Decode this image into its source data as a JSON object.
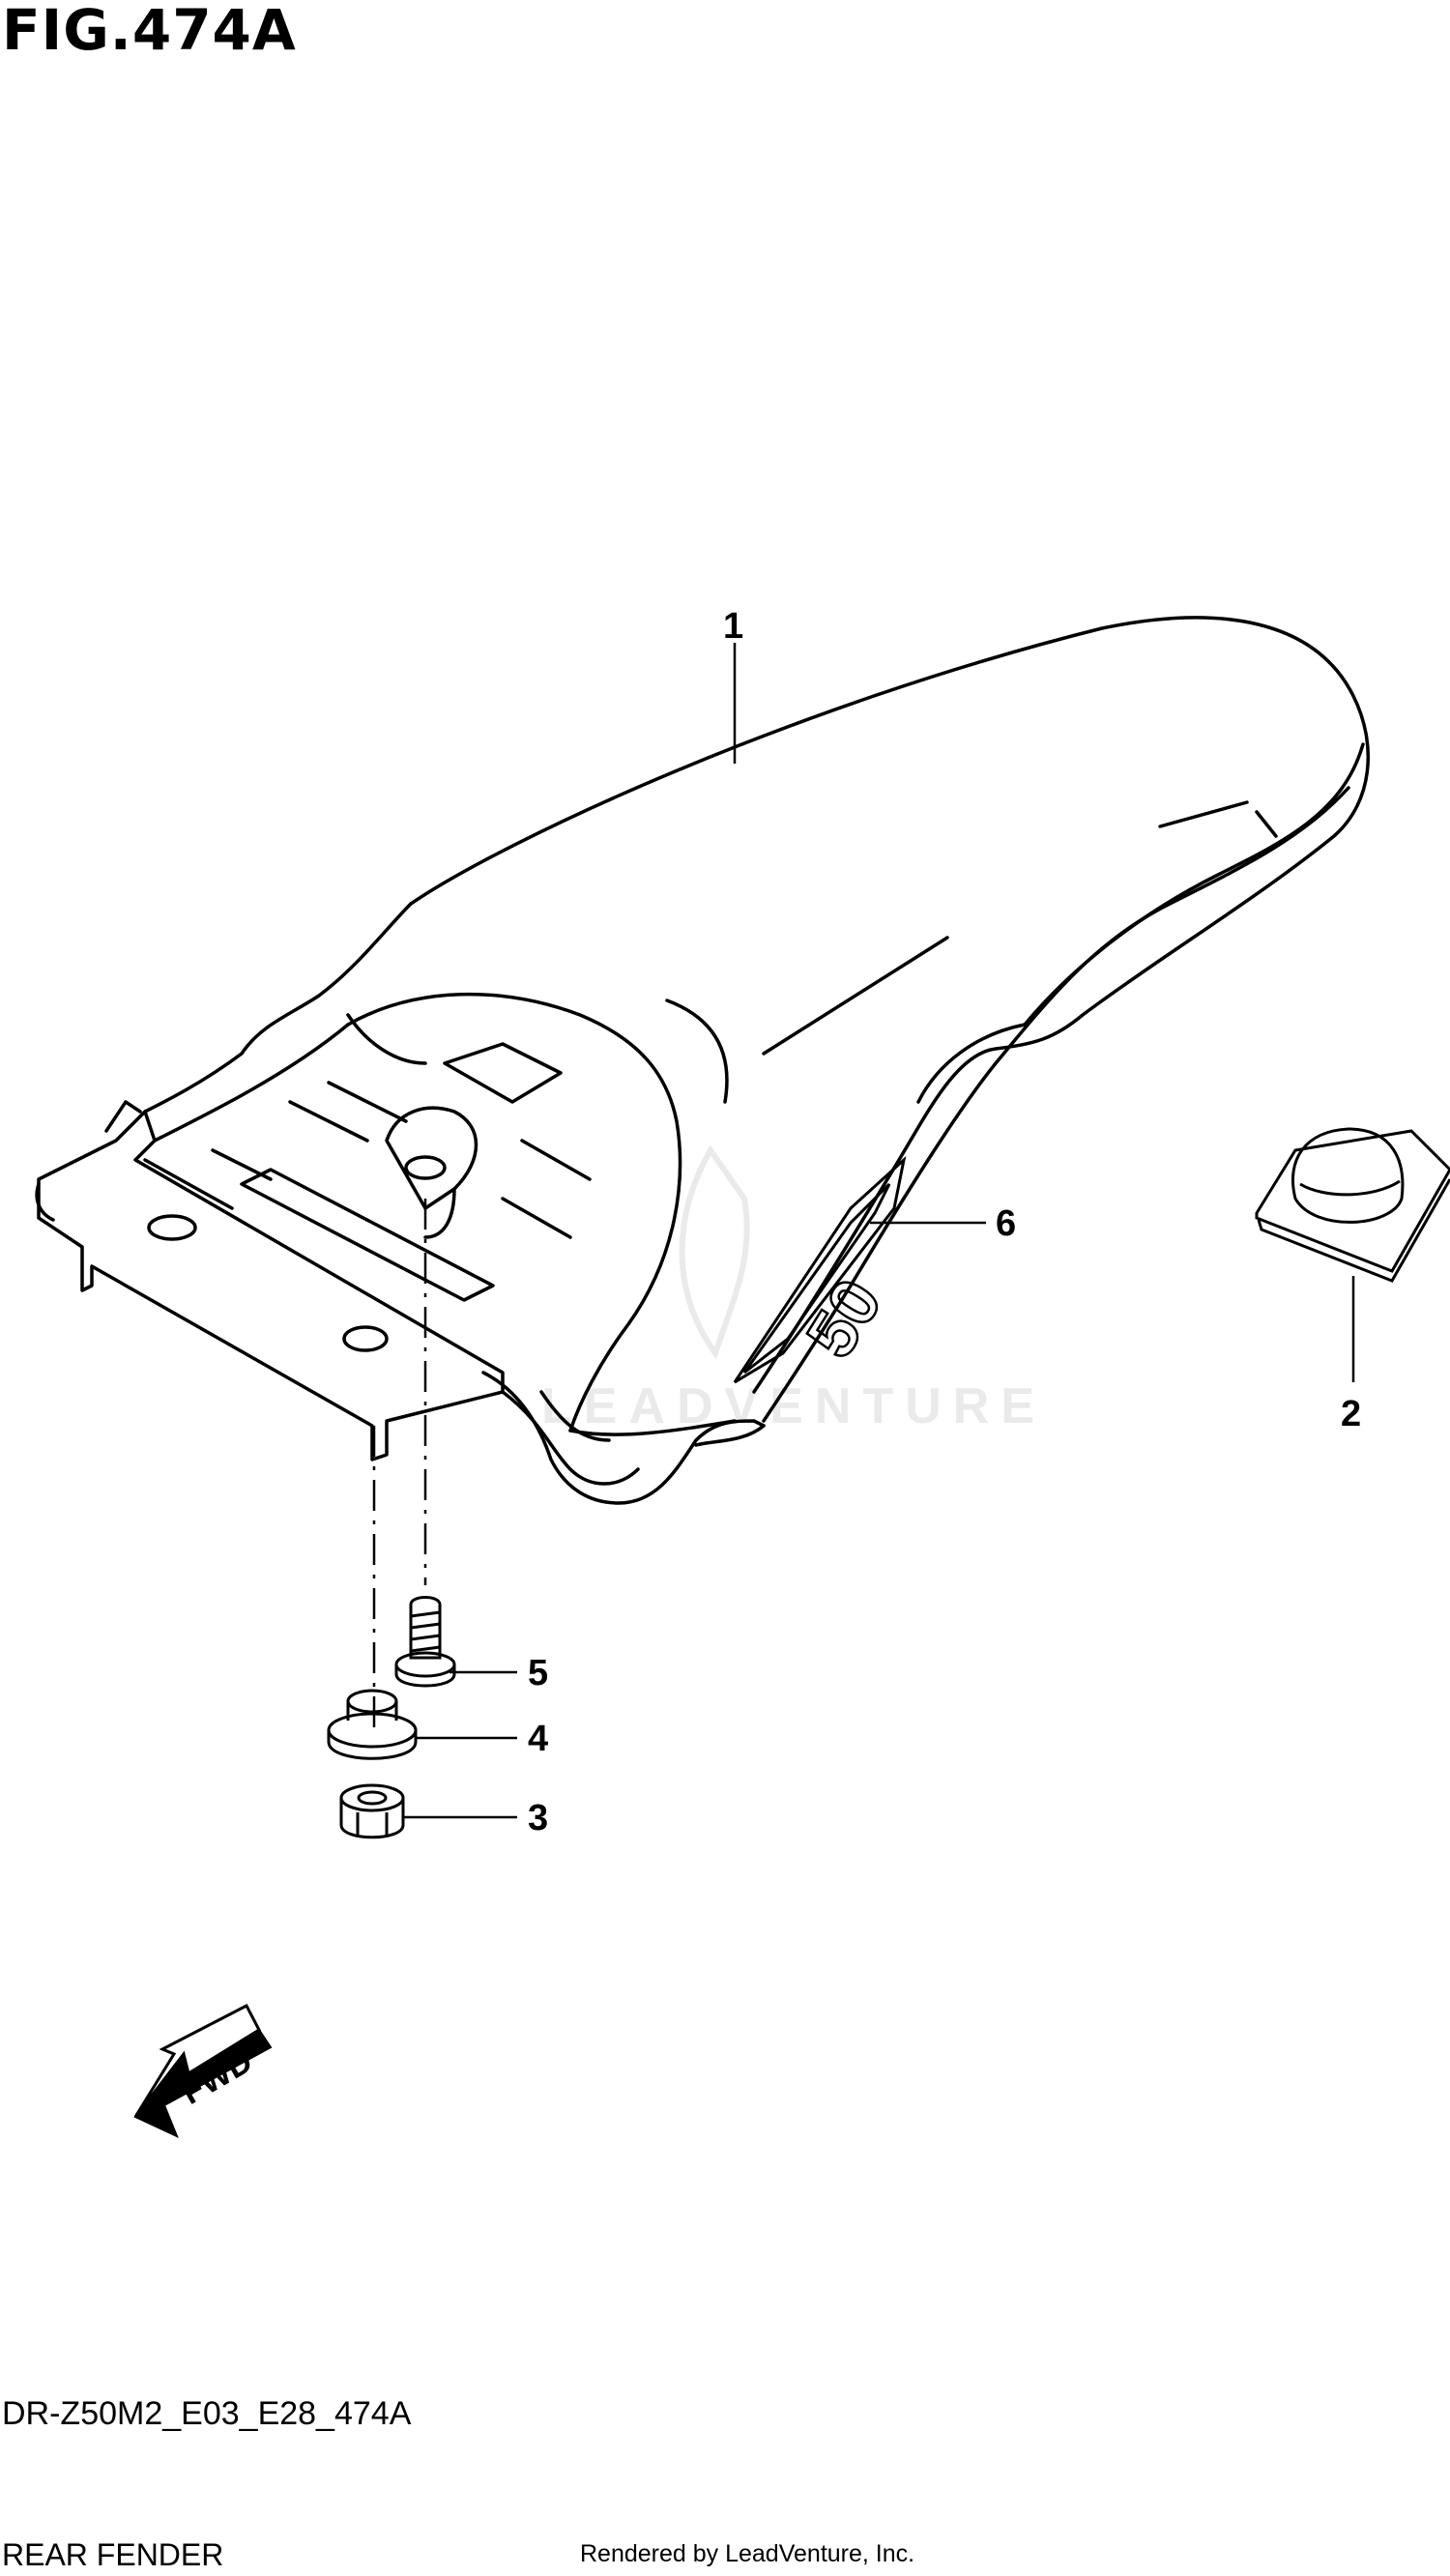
{
  "figure": {
    "title": "FIG.474A",
    "code": "DR-Z50M2_E03_E28_474A",
    "name": "REAR FENDER",
    "credit": "Rendered by LeadVenture, Inc."
  },
  "watermark": "LEADVENTURE",
  "decal_text": "50",
  "fwd_label": "FWD",
  "callouts": {
    "c1": "1",
    "c2": "2",
    "c3": "3",
    "c4": "4",
    "c5": "5",
    "c6": "6"
  },
  "colors": {
    "line": "#000000",
    "background": "#ffffff",
    "watermark": "#d9d9d9"
  }
}
